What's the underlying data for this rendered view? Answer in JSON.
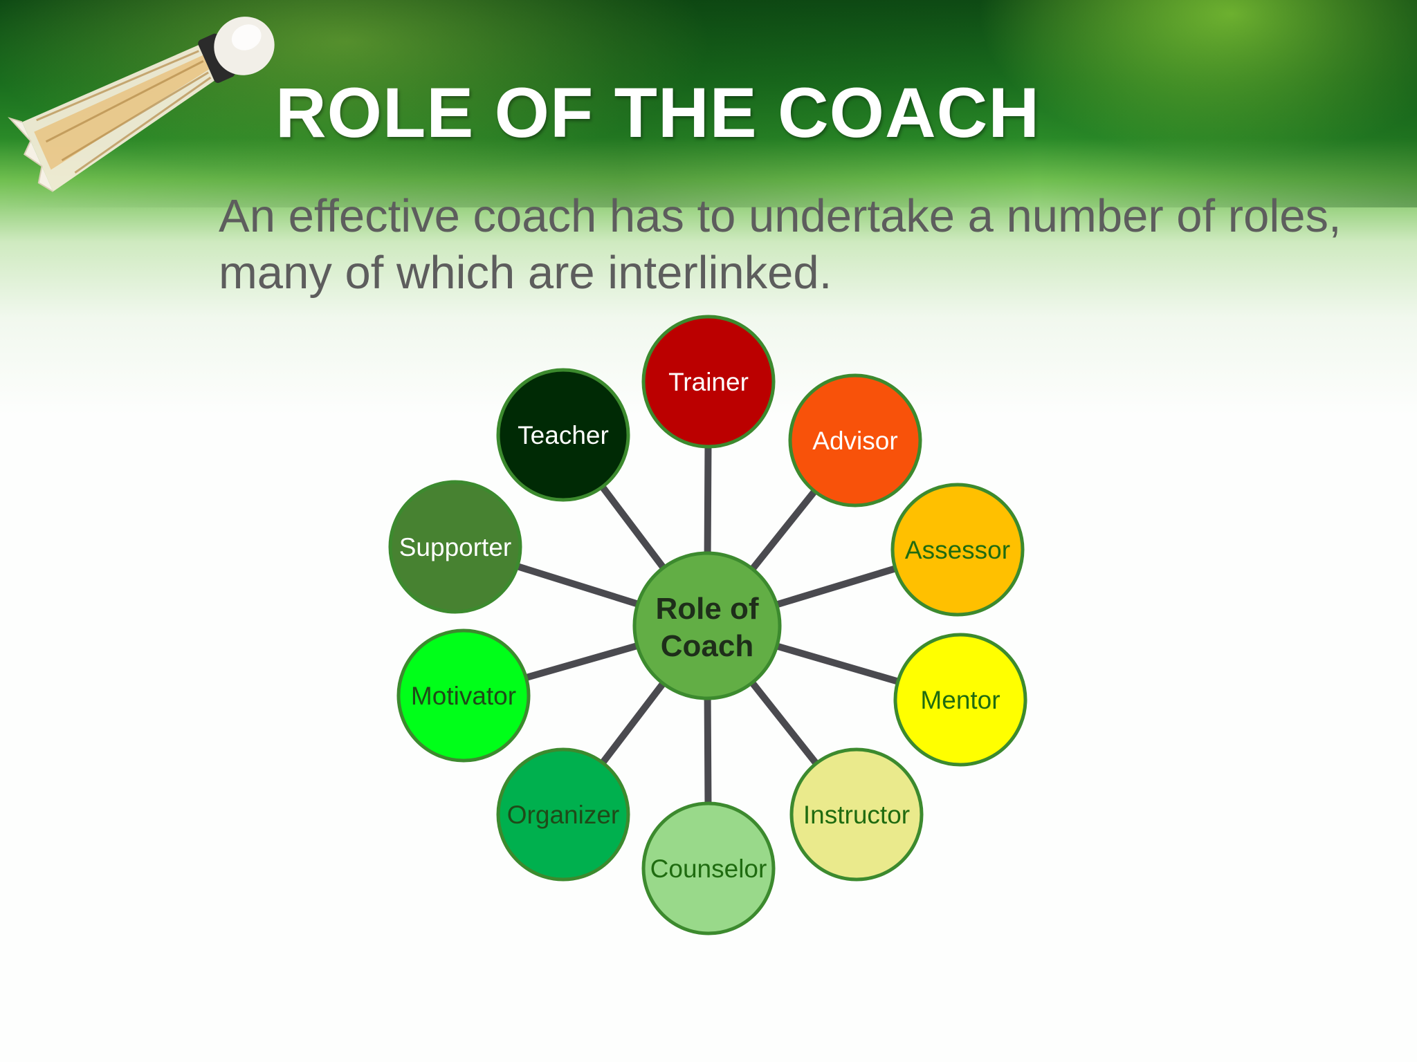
{
  "slide": {
    "title": "ROLE OF THE COACH",
    "subtitle": "An effective coach has to undertake a number of roles, many of which are interlinked."
  },
  "diagram": {
    "center": {
      "label": [
        "Role of",
        "Coach"
      ],
      "fill": "#62ae45",
      "text_color": "#1e2e1a"
    },
    "connector_color": "#4a4a4f",
    "outline_color": "#3c8a2e",
    "roles": [
      {
        "id": "trainer",
        "label": "Trainer",
        "fill": "#bb0000",
        "text_color": "#ffffff"
      },
      {
        "id": "advisor",
        "label": "Advisor",
        "fill": "#f8520a",
        "text_color": "#ffffff"
      },
      {
        "id": "assessor",
        "label": "Assessor",
        "fill": "#ffc000",
        "text_color": "#1f6b10"
      },
      {
        "id": "mentor",
        "label": "Mentor",
        "fill": "#ffff00",
        "text_color": "#1f6b10"
      },
      {
        "id": "instructor",
        "label": "Instructor",
        "fill": "#eaea8c",
        "text_color": "#1f6b10"
      },
      {
        "id": "counselor",
        "label": "Counselor",
        "fill": "#99d98a",
        "text_color": "#1f6b10"
      },
      {
        "id": "organizer",
        "label": "Organizer",
        "fill": "#00b04e",
        "text_color": "#1f4a18"
      },
      {
        "id": "motivator",
        "label": "Motivator",
        "fill": "#00ff19",
        "text_color": "#1f4a18"
      },
      {
        "id": "supporter",
        "label": "Supporter",
        "fill": "#478231",
        "text_color": "#ffffff"
      },
      {
        "id": "teacher",
        "label": "Teacher",
        "fill": "#002a05",
        "text_color": "#ffffff"
      }
    ]
  }
}
